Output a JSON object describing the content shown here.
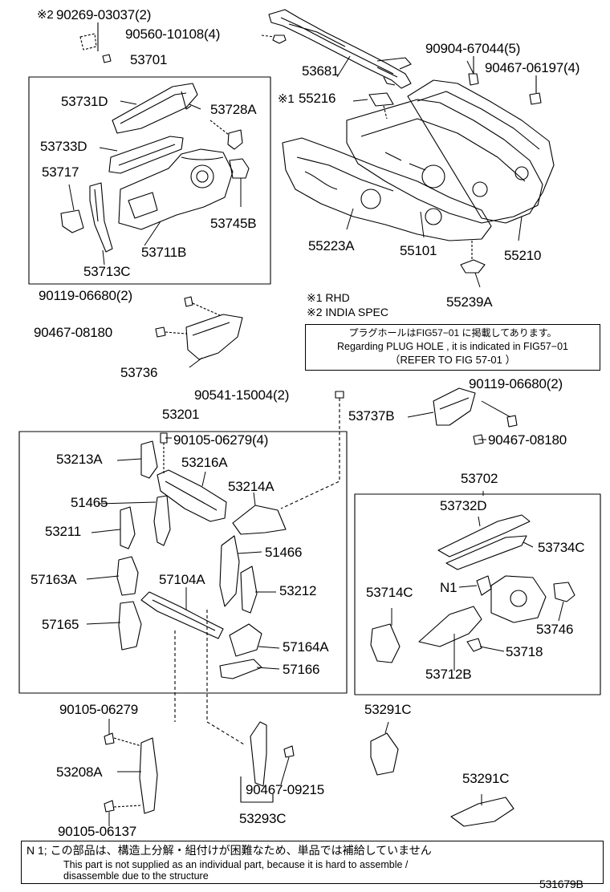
{
  "labels": {
    "l_90269": "90269-03037(2)",
    "l_90560": "90560-10108(4)",
    "l_53681": "53681",
    "l_90904": "90904-67044(5)",
    "l_90467_06197": "90467-06197(4)",
    "l_53701": "53701",
    "l_53731D": "53731D",
    "l_53728A": "53728A",
    "l_53733D": "53733D",
    "l_53717": "53717",
    "l_53745B": "53745B",
    "l_53711B": "53711B",
    "l_53713C": "53713C",
    "l_55216": "55216",
    "l_55223A": "55223A",
    "l_55101": "55101",
    "l_55210": "55210",
    "l_55239A": "55239A",
    "l_90119_a": "90119-06680(2)",
    "l_90467_08180_a": "90467-08180",
    "l_53736": "53736",
    "l_90541": "90541-15004(2)",
    "l_53201": "53201",
    "l_90119_b": "90119-06680(2)",
    "l_53737B": "53737B",
    "l_90467_08180_b": "90467-08180",
    "l_90105_4": "90105-06279(4)",
    "l_53213A": "53213A",
    "l_53216A": "53216A",
    "l_53214A": "53214A",
    "l_51465": "51465",
    "l_53211": "53211",
    "l_51466": "51466",
    "l_57163A": "57163A",
    "l_57104A": "57104A",
    "l_53212": "53212",
    "l_57165": "57165",
    "l_57164A": "57164A",
    "l_57166": "57166",
    "l_53702": "53702",
    "l_53732D": "53732D",
    "l_53734C": "53734C",
    "l_53714C": "53714C",
    "l_N1": "N1",
    "l_53746": "53746",
    "l_53718": "53718",
    "l_53712B": "53712B",
    "l_90105_06279": "90105-06279",
    "l_53208A": "53208A",
    "l_90105_06137": "90105-06137",
    "l_53291C_a": "53291C",
    "l_53291C_b": "53291C",
    "l_90467_09215": "90467-09215",
    "l_53293C": "53293C"
  },
  "marks": {
    "mark_india": "※2",
    "mark_rhd": "※1"
  },
  "legend": {
    "rhd": "※1  RHD",
    "india": "※2  INDIA SPEC"
  },
  "plug_note": {
    "line1": "プラグホールはFIG57−01 に掲載してあります。",
    "line2": "Regarding  PLUG HOLE , it is indicated in FIG57−01",
    "line3": "（REFER TO FIG 57-01   ）"
  },
  "footnote": {
    "line1": "N 1;  この部品は、構造上分解・組付けが困難なため、単品では補給していません",
    "line2": "This part is not supplied as an individual part, because it is hard to assemble /",
    "line3": "disassemble due to the structure"
  },
  "figure_code": "531679B"
}
